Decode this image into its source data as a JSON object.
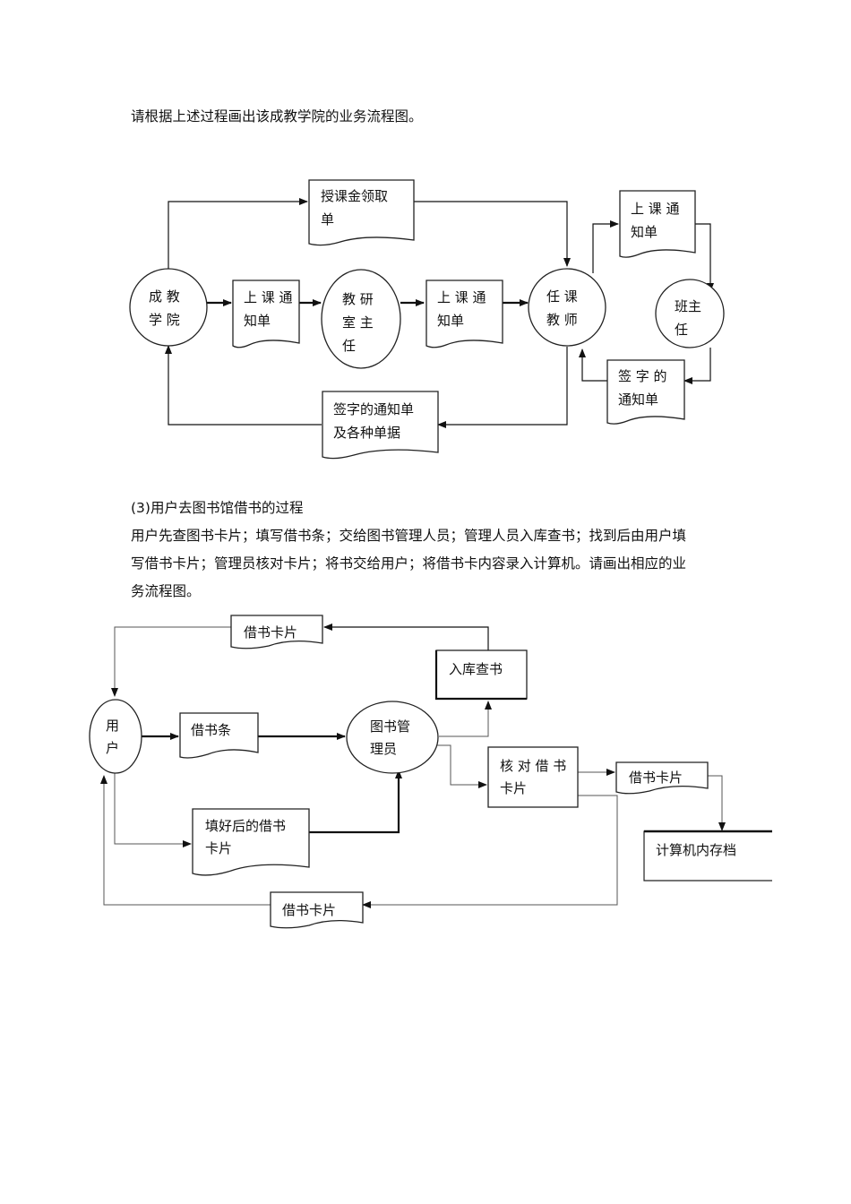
{
  "intro_prompt": "请根据上述过程画出该成教学院的业务流程图。",
  "diagram1": {
    "college": [
      "成 教",
      "学 院"
    ],
    "notice1": [
      "上 课 通",
      "知单"
    ],
    "office": [
      "教 研",
      "室 主",
      "任"
    ],
    "notice2": [
      "上 课 通",
      "知单"
    ],
    "teacher": [
      "任 课",
      "教 师"
    ],
    "pay_form": [
      "授课金领取",
      "单"
    ],
    "notice3": [
      "上 课 通",
      "知单"
    ],
    "head": [
      "班主",
      "任"
    ],
    "signed": [
      "签 字 的",
      "通知单"
    ],
    "signed_all": [
      "签字的通知单",
      "及各种单据"
    ]
  },
  "section3": {
    "title": "(3)用户去图书馆借书的过程",
    "lines": [
      "用户先查图书卡片；填写借书条；交给图书管理人员；管理人员入库查书；找到后由用户填",
      "写借书卡片；管理员核对卡片；将书交给用户；将借书卡内容录入计算机。请画出相应的业",
      "务流程图。"
    ]
  },
  "diagram2": {
    "card_top": "借书卡片",
    "warehouse": "入库查书",
    "user": [
      "用",
      "户"
    ],
    "slip": "借书条",
    "librarian": [
      "图书管",
      "理员"
    ],
    "verify": [
      "核 对 借 书",
      "卡片"
    ],
    "card_right": "借书卡片",
    "filled": [
      "填好后的借书",
      "卡片"
    ],
    "computer": "计算机内存档",
    "card_bottom": "借书卡片"
  }
}
